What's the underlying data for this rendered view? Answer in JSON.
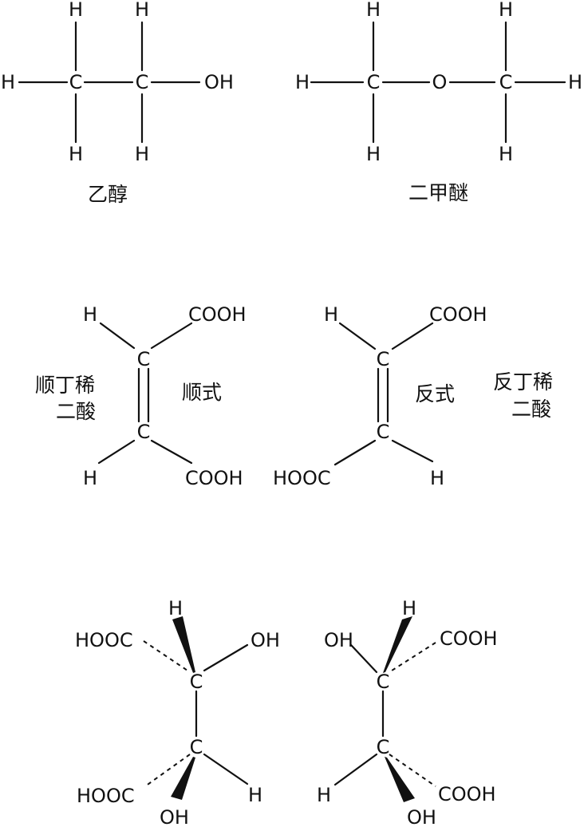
{
  "atoms": {
    "h": "H",
    "c": "C",
    "o": "O",
    "oh": "OH",
    "cooh": "COOH",
    "hooc": "HOOC"
  },
  "captions": {
    "ethanol": "乙醇",
    "dimethyl_ether": "二甲醚",
    "cis_isomer": "顺式",
    "trans_isomer": "反式",
    "maleic_acid_line1": "顺丁稀",
    "maleic_acid_line2": "二酸",
    "fumaric_acid_line1": "反丁稀",
    "fumaric_acid_line2": "二酸"
  }
}
